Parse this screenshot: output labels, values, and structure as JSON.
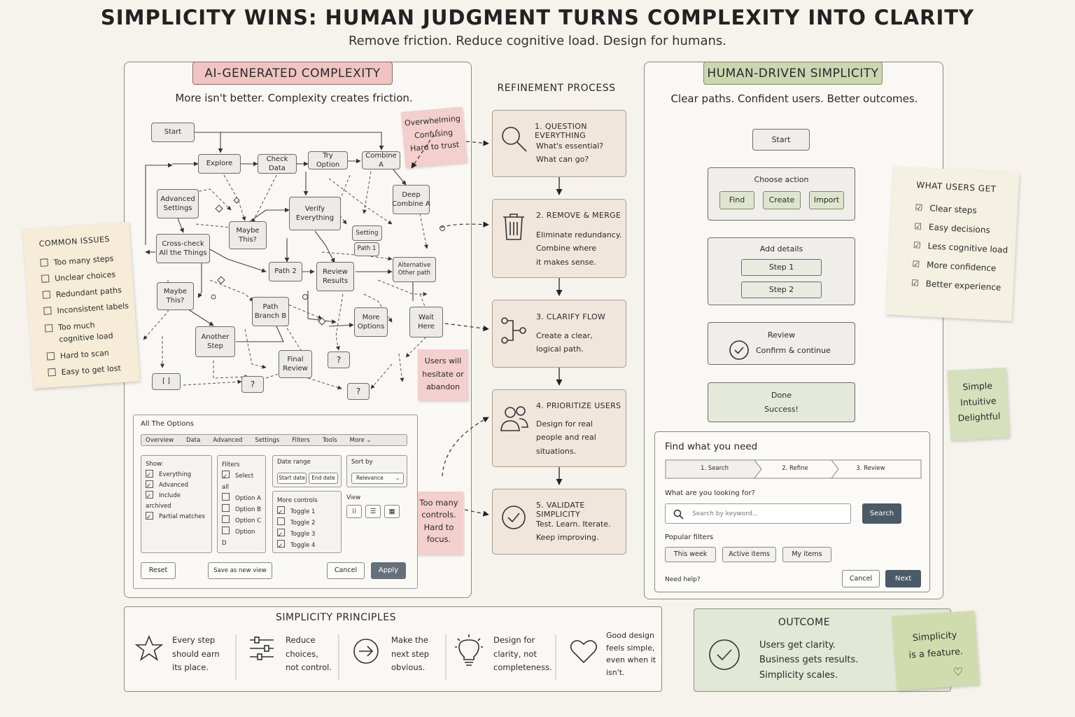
{
  "title": "SIMPLICITY WINS: HUMAN JUDGMENT TURNS COMPLEXITY INTO CLARITY",
  "subtitle": "Remove friction. Reduce cognitive load. Design for humans.",
  "ai": {
    "header": "AI-GENERATED COMPLEXITY",
    "tagline": "More isn't better. Complexity creates friction.",
    "nodes": {
      "start": "Start",
      "explore": "Explore",
      "check": "Check Data",
      "try": "Try Option",
      "combine": "Combine A",
      "adv": "Advanced\nSettings",
      "verify": "Verify\nEverything",
      "deep": "Deep\nCombine A",
      "maybe1": "Maybe\nThis?",
      "cross": "Cross-check\nAll the Things",
      "setting": "Setting",
      "path1": "Path 1",
      "path2": "Path 2",
      "review": "Review\nResults",
      "alt": "Alternative\nOther path",
      "maybe2": "Maybe\nThis?",
      "pathb": "Path\nBranch B",
      "more": "More\nOptions",
      "wait": "Wait\nHere",
      "another": "Another\nStep",
      "final": "Final\nReview",
      "q1": "?",
      "q2": "?",
      "q3": "?",
      "bracket": "[ ]"
    },
    "sticky_overwhelm": [
      "Overwhelming",
      "Confusing",
      "Hard to trust"
    ],
    "sticky_hesitate": [
      "Users will",
      "hesitate or",
      "abandon"
    ],
    "sticky_controls": [
      "Too many",
      "controls.",
      "Hard to",
      "focus."
    ],
    "options": {
      "title": "All The Options",
      "tabs": [
        "Overview",
        "Data",
        "Advanced",
        "Settings",
        "Filters",
        "Tools",
        "More ⌄"
      ],
      "show_label": "Show:",
      "show_items": [
        {
          "label": "Everything",
          "checked": true
        },
        {
          "label": "Advanced",
          "checked": true
        },
        {
          "label": "Include archived",
          "checked": true
        },
        {
          "label": "Partial matches",
          "checked": true
        }
      ],
      "filters_label": "Filters",
      "filter_items": [
        {
          "label": "Select all",
          "checked": true
        },
        {
          "label": "Option A",
          "checked": false
        },
        {
          "label": "Option B",
          "checked": false
        },
        {
          "label": "Option C",
          "checked": false
        },
        {
          "label": "Option D",
          "checked": false
        }
      ],
      "date_label": "Date range",
      "start_date": "Start date",
      "end_date": "End date",
      "sort_label": "Sort by",
      "sort_value": "Relevance",
      "more_controls": "More controls",
      "toggles": [
        {
          "label": "Toggle 1",
          "checked": true
        },
        {
          "label": "Toggle 2",
          "checked": false
        },
        {
          "label": "Toggle 3",
          "checked": true
        },
        {
          "label": "Toggle 4",
          "checked": true
        }
      ],
      "view_label": "View",
      "reset": "Reset",
      "save_view": "Save as new view",
      "cancel": "Cancel",
      "apply": "Apply"
    }
  },
  "common_issues": {
    "title": "COMMON ISSUES",
    "items": [
      "Too many steps",
      "Unclear choices",
      "Redundant paths",
      "Inconsistent labels",
      "Too much\ncognitive load",
      "Hard to scan",
      "Easy to get lost"
    ]
  },
  "refinement": {
    "title": "REFINEMENT PROCESS",
    "steps": [
      {
        "title": "1. QUESTION EVERYTHING",
        "desc": [
          "What's essential?",
          "What can go?"
        ],
        "icon": "magnifier-icon"
      },
      {
        "title": "2. REMOVE & MERGE",
        "desc": [
          "Eliminate redundancy.",
          "Combine where",
          "it makes sense."
        ],
        "icon": "trash-icon"
      },
      {
        "title": "3. CLARIFY FLOW",
        "desc": [
          "Create a clear,",
          "logical path."
        ],
        "icon": "flow-icon"
      },
      {
        "title": "4. PRIORITIZE USERS",
        "desc": [
          "Design for real",
          "people and real",
          "situations."
        ],
        "icon": "users-icon"
      },
      {
        "title": "5. VALIDATE SIMPLICITY",
        "desc": [
          "Test. Learn. Iterate.",
          "Keep improving."
        ],
        "icon": "check-circle-icon"
      }
    ]
  },
  "human": {
    "header": "HUMAN-DRIVEN SIMPLICITY",
    "tagline": "Clear paths. Confident users. Better outcomes.",
    "start": "Start",
    "choose": "Choose action",
    "actions": [
      "Find",
      "Create",
      "Import"
    ],
    "add_details": "Add details",
    "steps": [
      "Step 1",
      "Step 2"
    ],
    "review": "Review",
    "confirm": "Confirm & continue",
    "done": "Done",
    "success": "Success!",
    "search_card": {
      "title": "Find what you need",
      "stepper": [
        "1. Search",
        "2. Refine",
        "3. Review"
      ],
      "question": "What are you looking for?",
      "placeholder": "Search by keyword...",
      "search_btn": "Search",
      "popular": "Popular filters",
      "chips": [
        "This week",
        "Active items",
        "My items"
      ],
      "help": "Need help?",
      "cancel": "Cancel",
      "next": "Next"
    }
  },
  "what_users_get": {
    "title": "WHAT USERS GET",
    "items": [
      "Clear steps",
      "Easy decisions",
      "Less cognitive load",
      "More confidence",
      "Better experience"
    ]
  },
  "sticky_simple": [
    "Simple",
    "Intuitive",
    "Delightful"
  ],
  "principles": {
    "title": "SIMPLICITY PRINCIPLES",
    "items": [
      {
        "text": [
          "Every step",
          "should earn",
          "its place."
        ],
        "icon": "star-icon"
      },
      {
        "text": [
          "Reduce",
          "choices,",
          "not control."
        ],
        "icon": "sliders-icon"
      },
      {
        "text": [
          "Make the",
          "next step",
          "obvious."
        ],
        "icon": "arrow-circle-icon"
      },
      {
        "text": [
          "Design for",
          "clarity, not",
          "completeness."
        ],
        "icon": "bulb-icon"
      },
      {
        "text": [
          "Good design",
          "feels simple,",
          "even when it",
          "isn't."
        ],
        "icon": "heart-icon"
      }
    ]
  },
  "outcome": {
    "title": "OUTCOME",
    "lines": [
      "Users get clarity.",
      "Business gets results.",
      "Simplicity scales."
    ],
    "sticky": [
      "Simplicity",
      "is a feature."
    ]
  },
  "colors": {
    "pink": "#f3cfcd",
    "green": "#d6e0bd",
    "cream": "#f6ecd7",
    "dark_button": "#4c5966"
  }
}
